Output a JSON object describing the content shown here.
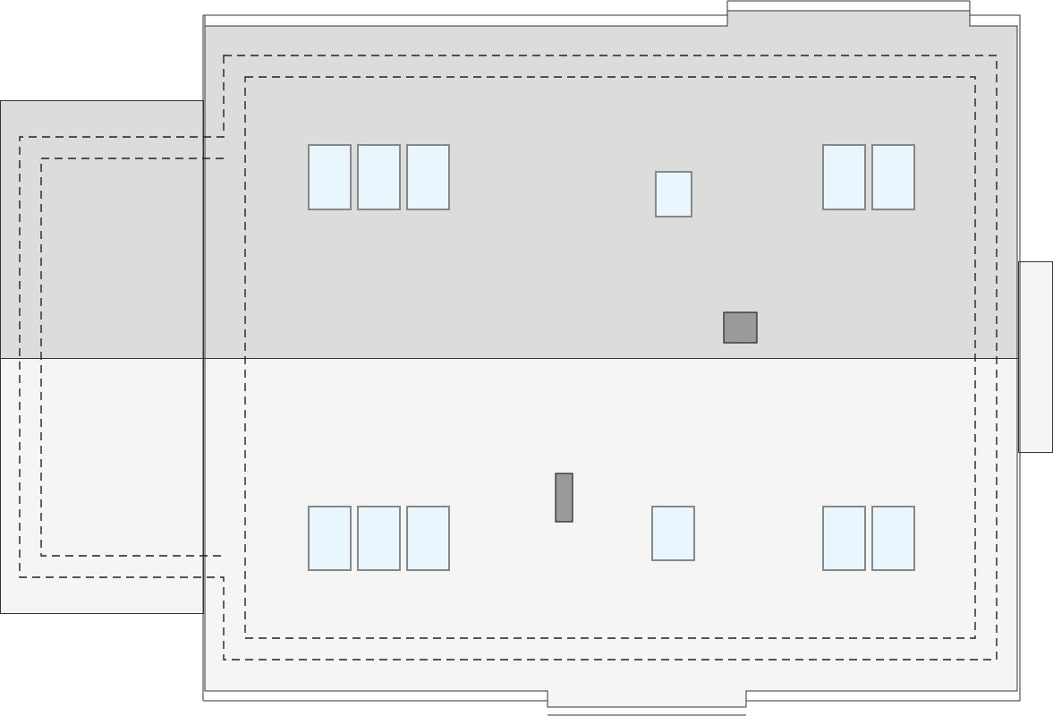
{
  "drawing": {
    "roof_fill_north": "#dcdcdc",
    "roof_fill_south": "#f5f5f5",
    "outline_color": "#333333",
    "dashed_color": "#222222",
    "skylight_fill": "#eaf6fd",
    "skylight_stroke": "#888888",
    "chimney_fill": "#9a9a9a",
    "skylight_groups": [
      {
        "id": "north-west",
        "count": 3
      },
      {
        "id": "north-center",
        "count": 1
      },
      {
        "id": "north-east",
        "count": 2
      },
      {
        "id": "south-west",
        "count": 3
      },
      {
        "id": "south-center",
        "count": 1
      },
      {
        "id": "south-east",
        "count": 2
      }
    ],
    "chimney_count": 2,
    "dashed_outline_count": 2
  }
}
